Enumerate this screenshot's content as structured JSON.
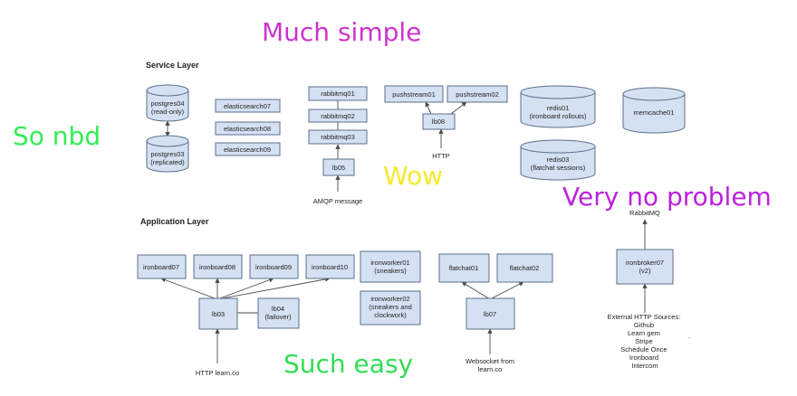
{
  "sections": {
    "service": "Service Layer",
    "application": "Application Layer"
  },
  "memes": {
    "much_simple": {
      "text": "Much simple",
      "color": "#cc33cc"
    },
    "so_nbd": {
      "text": "So nbd",
      "color": "#33ee55"
    },
    "wow": {
      "text": "Wow",
      "color": "#f3ea2c"
    },
    "very_no_problem": {
      "text": "Very no problem",
      "color": "#bb22dd"
    },
    "such_easy": {
      "text": "Such easy",
      "color": "#33dd55"
    }
  },
  "nodes": {
    "postgres04": [
      "postgres04",
      "(read-only)"
    ],
    "postgres03": [
      "postgres03",
      "(replicated)"
    ],
    "es07": [
      "elasticsearch07"
    ],
    "es08": [
      "elasticsearch08"
    ],
    "es09": [
      "elasticsearch09"
    ],
    "rmq01": [
      "rabbitmq01"
    ],
    "rmq02": [
      "rabbitmq02"
    ],
    "rmq03": [
      "rabbitmq03"
    ],
    "lb05": [
      "lb05"
    ],
    "ps01": [
      "pushstream01"
    ],
    "ps02": [
      "pushstream02"
    ],
    "lb08": [
      "lb08"
    ],
    "redis01": [
      "redis01",
      "(ironboard rollouts)"
    ],
    "redis03": [
      "redis03",
      "(flatchat sessions)"
    ],
    "memcache01": [
      "memcache01"
    ],
    "ib07": [
      "ironboard07"
    ],
    "ib08": [
      "ironboard08"
    ],
    "ib09": [
      "ironboard09"
    ],
    "ib10": [
      "ironboard10"
    ],
    "lb03": [
      "lb03"
    ],
    "lb04": [
      "lb04",
      "(failover)"
    ],
    "iw01": [
      "ironworker01",
      "(sneakers)"
    ],
    "iw02": [
      "ironworker02",
      "(sneakers and",
      "clockwork)"
    ],
    "fc01": [
      "flatchat01"
    ],
    "fc02": [
      "flatchat02"
    ],
    "lb07": [
      "lb07"
    ],
    "irb07": [
      "ironbroker07",
      "(v2)"
    ]
  },
  "labels": {
    "amqp": "AMQP message",
    "http": "HTTP",
    "rabbitmq": "RabbitMQ",
    "http_learn": "HTTP learn.co",
    "websocket": [
      "Websocket from",
      "learn.co"
    ],
    "external": [
      "External HTTP Sources:",
      "Github",
      "Learn gem",
      "Stripe",
      "Schedule Once",
      "Ironboard",
      "Intercom"
    ],
    "dot": "."
  }
}
